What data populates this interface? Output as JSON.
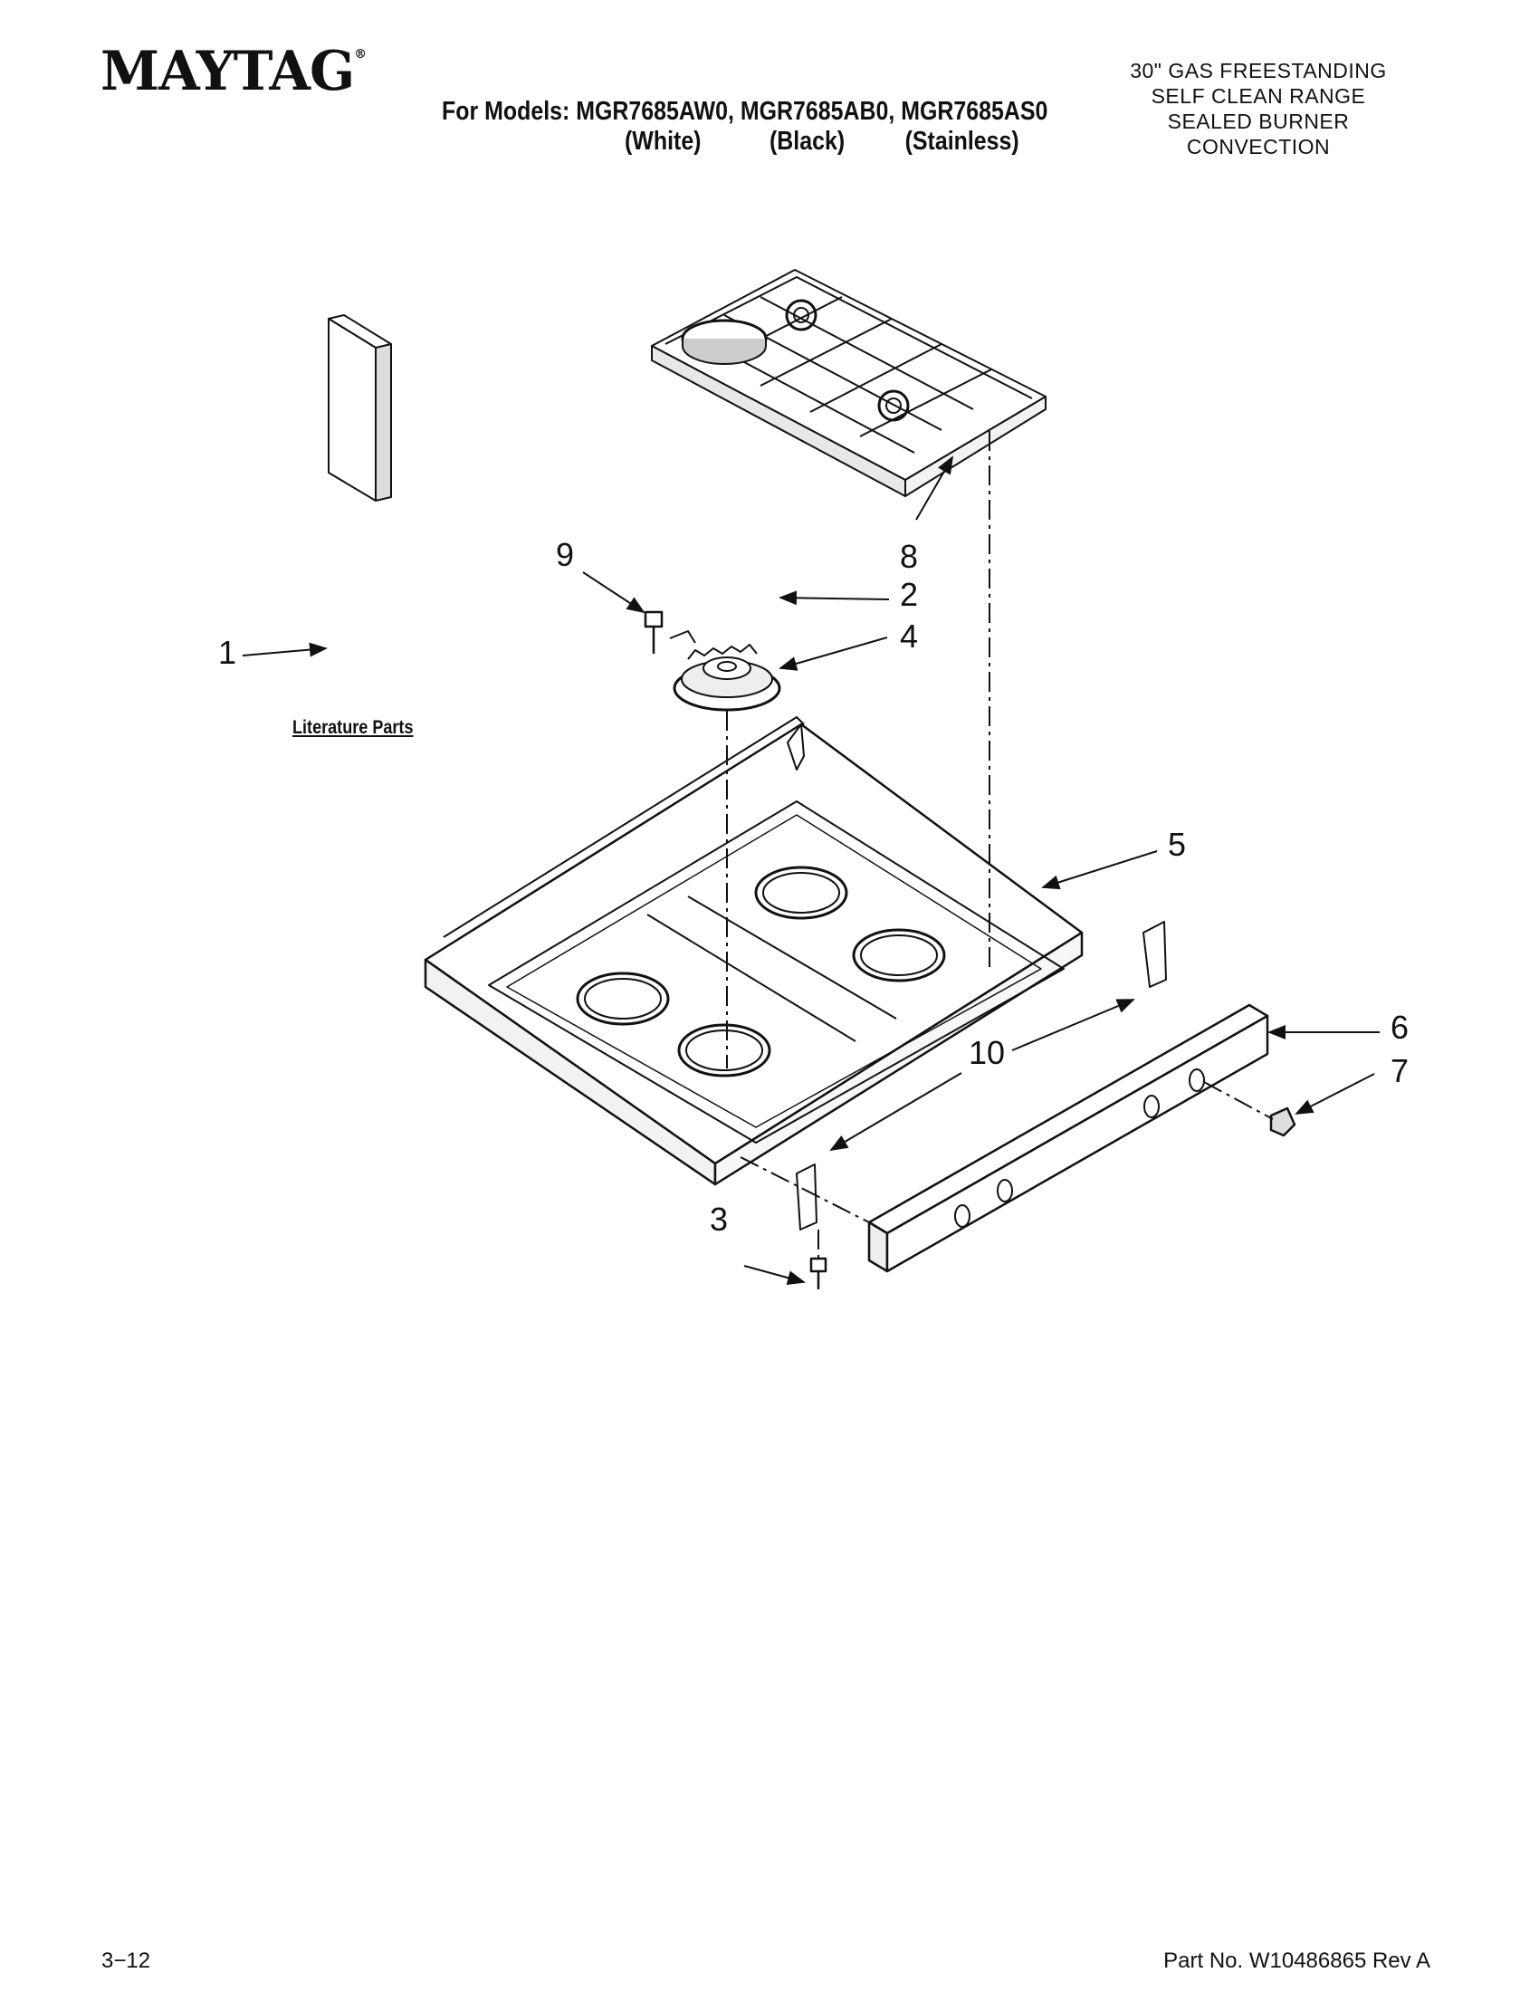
{
  "header": {
    "brand": "MAYTAG",
    "brand_mark": "®",
    "models_line": "For Models: MGR7685AW0, MGR7685AB0, MGR7685AS0",
    "variants": [
      "(White)",
      "(Black)",
      "(Stainless)"
    ],
    "product_lines": [
      "30\" GAS FREESTANDING",
      "SELF CLEAN RANGE",
      "SEALED BURNER",
      "CONVECTION"
    ]
  },
  "diagram": {
    "callouts": [
      "1",
      "2",
      "3",
      "4",
      "5",
      "6",
      "7",
      "8",
      "9",
      "10"
    ],
    "literature_label": "Literature Parts"
  },
  "footer": {
    "page": "3−12",
    "part_no": "Part No. W10486865 Rev A"
  }
}
